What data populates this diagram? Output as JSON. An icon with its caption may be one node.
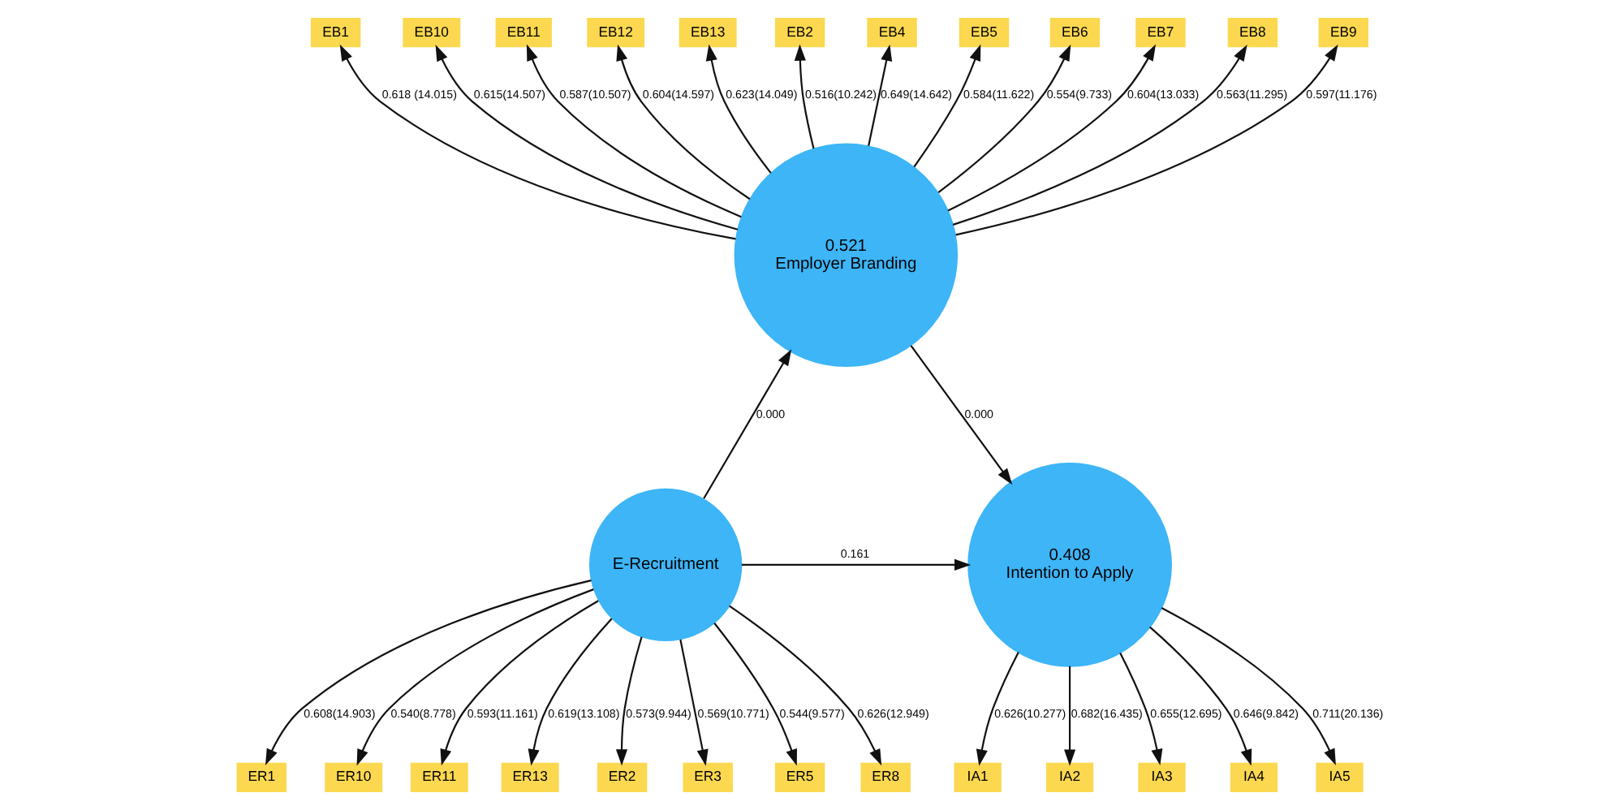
{
  "diagram": {
    "nodes": [
      {
        "text": [
          "0.521",
          "Employer Branding"
        ]
      },
      {
        "text": [
          "E-Recruitment"
        ]
      },
      {
        "text": [
          "0.408",
          "Intention to Apply"
        ]
      },
      {
        "text": [
          "EB1"
        ]
      },
      {
        "text": [
          "EB10"
        ]
      },
      {
        "text": [
          "EB11"
        ]
      },
      {
        "text": [
          "EB12"
        ]
      },
      {
        "text": [
          "EB13"
        ]
      },
      {
        "text": [
          "EB2"
        ]
      },
      {
        "text": [
          "EB4"
        ]
      },
      {
        "text": [
          "EB5"
        ]
      },
      {
        "text": [
          "EB6"
        ]
      },
      {
        "text": [
          "EB7"
        ]
      },
      {
        "text": [
          "EB8"
        ]
      },
      {
        "text": [
          "EB9"
        ]
      },
      {
        "text": [
          "ER1"
        ]
      },
      {
        "text": [
          "ER10"
        ]
      },
      {
        "text": [
          "ER11"
        ]
      },
      {
        "text": [
          "ER13"
        ]
      },
      {
        "text": [
          "ER2"
        ]
      },
      {
        "text": [
          "ER3"
        ]
      },
      {
        "text": [
          "ER5"
        ]
      },
      {
        "text": [
          "ER8"
        ]
      },
      {
        "text": [
          "IA1"
        ]
      },
      {
        "text": [
          "IA2"
        ]
      },
      {
        "text": [
          "IA3"
        ]
      },
      {
        "text": [
          "IA4"
        ]
      },
      {
        "text": [
          "IA5"
        ]
      }
    ],
    "edges": [
      {
        "from": 1,
        "to": 0,
        "arrow": "to",
        "label": "0.000"
      },
      {
        "from": 0,
        "to": 2,
        "arrow": "to",
        "label": "0.000"
      },
      {
        "from": 1,
        "to": 2,
        "arrow": "to",
        "label": "0.161"
      },
      {
        "from": 0,
        "to": 3,
        "arrow": "to",
        "label": "0.618 (14.015)"
      },
      {
        "from": 0,
        "to": 4,
        "arrow": "to",
        "label": "0.615(14.507)"
      },
      {
        "from": 0,
        "to": 5,
        "arrow": "to",
        "label": "0.587(10.507)"
      },
      {
        "from": 0,
        "to": 6,
        "arrow": "to",
        "label": "0.604(14.597)"
      },
      {
        "from": 0,
        "to": 7,
        "arrow": "to",
        "label": "0.623(14.049)"
      },
      {
        "from": 0,
        "to": 8,
        "arrow": "to",
        "label": "0.516(10.242)"
      },
      {
        "from": 0,
        "to": 9,
        "arrow": "to",
        "label": "0.649(14.642)"
      },
      {
        "from": 0,
        "to": 10,
        "arrow": "to",
        "label": "0.584(11.622)"
      },
      {
        "from": 0,
        "to": 11,
        "arrow": "to",
        "label": "0.554(9.733)"
      },
      {
        "from": 0,
        "to": 12,
        "arrow": "to",
        "label": "0.604(13.033)"
      },
      {
        "from": 0,
        "to": 13,
        "arrow": "to",
        "label": "0.563(11.295)"
      },
      {
        "from": 0,
        "to": 14,
        "arrow": "to",
        "label": "0.597(11.176)"
      },
      {
        "from": 1,
        "to": 15,
        "arrow": "to",
        "label": "0.608(14.903)"
      },
      {
        "from": 1,
        "to": 16,
        "arrow": "to",
        "label": "0.540(8.778)"
      },
      {
        "from": 1,
        "to": 17,
        "arrow": "to",
        "label": "0.593(11.161)"
      },
      {
        "from": 1,
        "to": 18,
        "arrow": "to",
        "label": "0.619(13.108)"
      },
      {
        "from": 1,
        "to": 19,
        "arrow": "to",
        "label": "0.573(9.944)"
      },
      {
        "from": 1,
        "to": 20,
        "arrow": "to",
        "label": "0.569(10.771)"
      },
      {
        "from": 1,
        "to": 21,
        "arrow": "to",
        "label": "0.544(9.577)"
      },
      {
        "from": 1,
        "to": 22,
        "arrow": "to",
        "label": "0.626(12.949)"
      },
      {
        "from": 2,
        "to": 23,
        "arrow": "to",
        "label": "0.626(10.277)"
      },
      {
        "from": 2,
        "to": 24,
        "arrow": "to",
        "label": "0.682(16.435)"
      },
      {
        "from": 2,
        "to": 25,
        "arrow": "to",
        "label": "0.655(12.695)"
      },
      {
        "from": 2,
        "to": 26,
        "arrow": "to",
        "label": "0.646(9.842)"
      },
      {
        "from": 2,
        "to": 27,
        "arrow": "to",
        "label": "0.711(20.136)"
      }
    ]
  }
}
